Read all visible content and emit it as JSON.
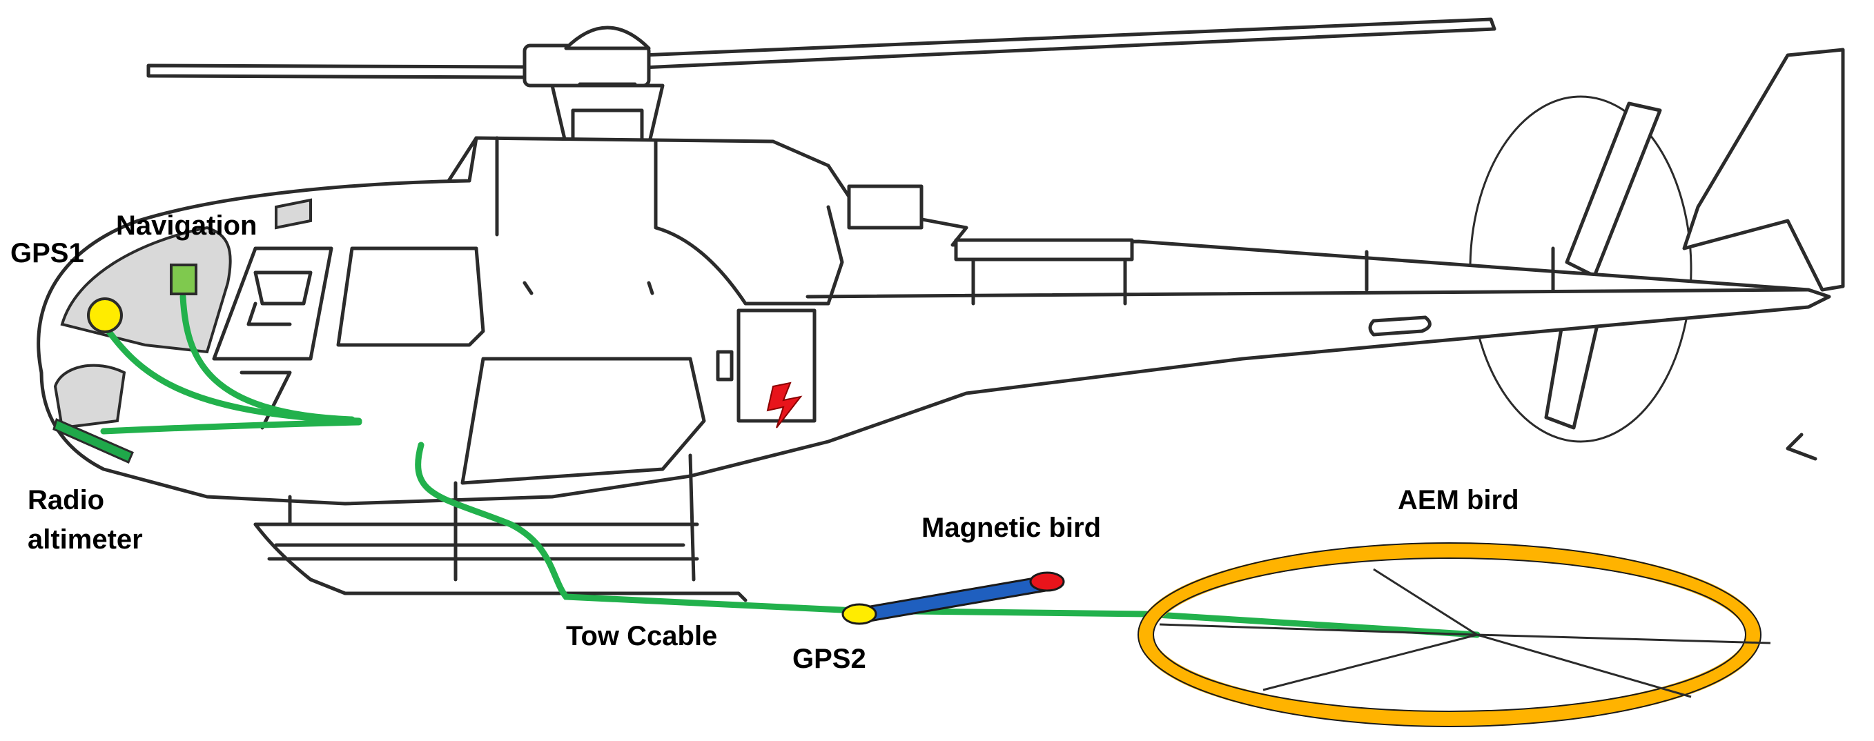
{
  "labels": {
    "gps1": "GPS1",
    "navigation": "Navigation",
    "radio_altimeter_line1": "Radio",
    "radio_altimeter_line2": "altimeter",
    "magnetic_bird": "Magnetic bird",
    "aem_bird": "AEM bird",
    "tow_cable": "Tow Ccable",
    "gps2": "GPS2"
  },
  "colors": {
    "cable": "#22b14c",
    "gps_marker": "#ffec00",
    "navigation_marker": "#7fc94e",
    "radio_altimeter_marker": "#1fa84a",
    "mag_bird_body": "#1f5fbf",
    "mag_bird_tip": "#e8141b",
    "aem_ring": "#ffb300",
    "lightning": "#e8141b"
  },
  "icons": {
    "helicopter": "helicopter-outline",
    "lightning": "lightning-bolt-icon"
  }
}
